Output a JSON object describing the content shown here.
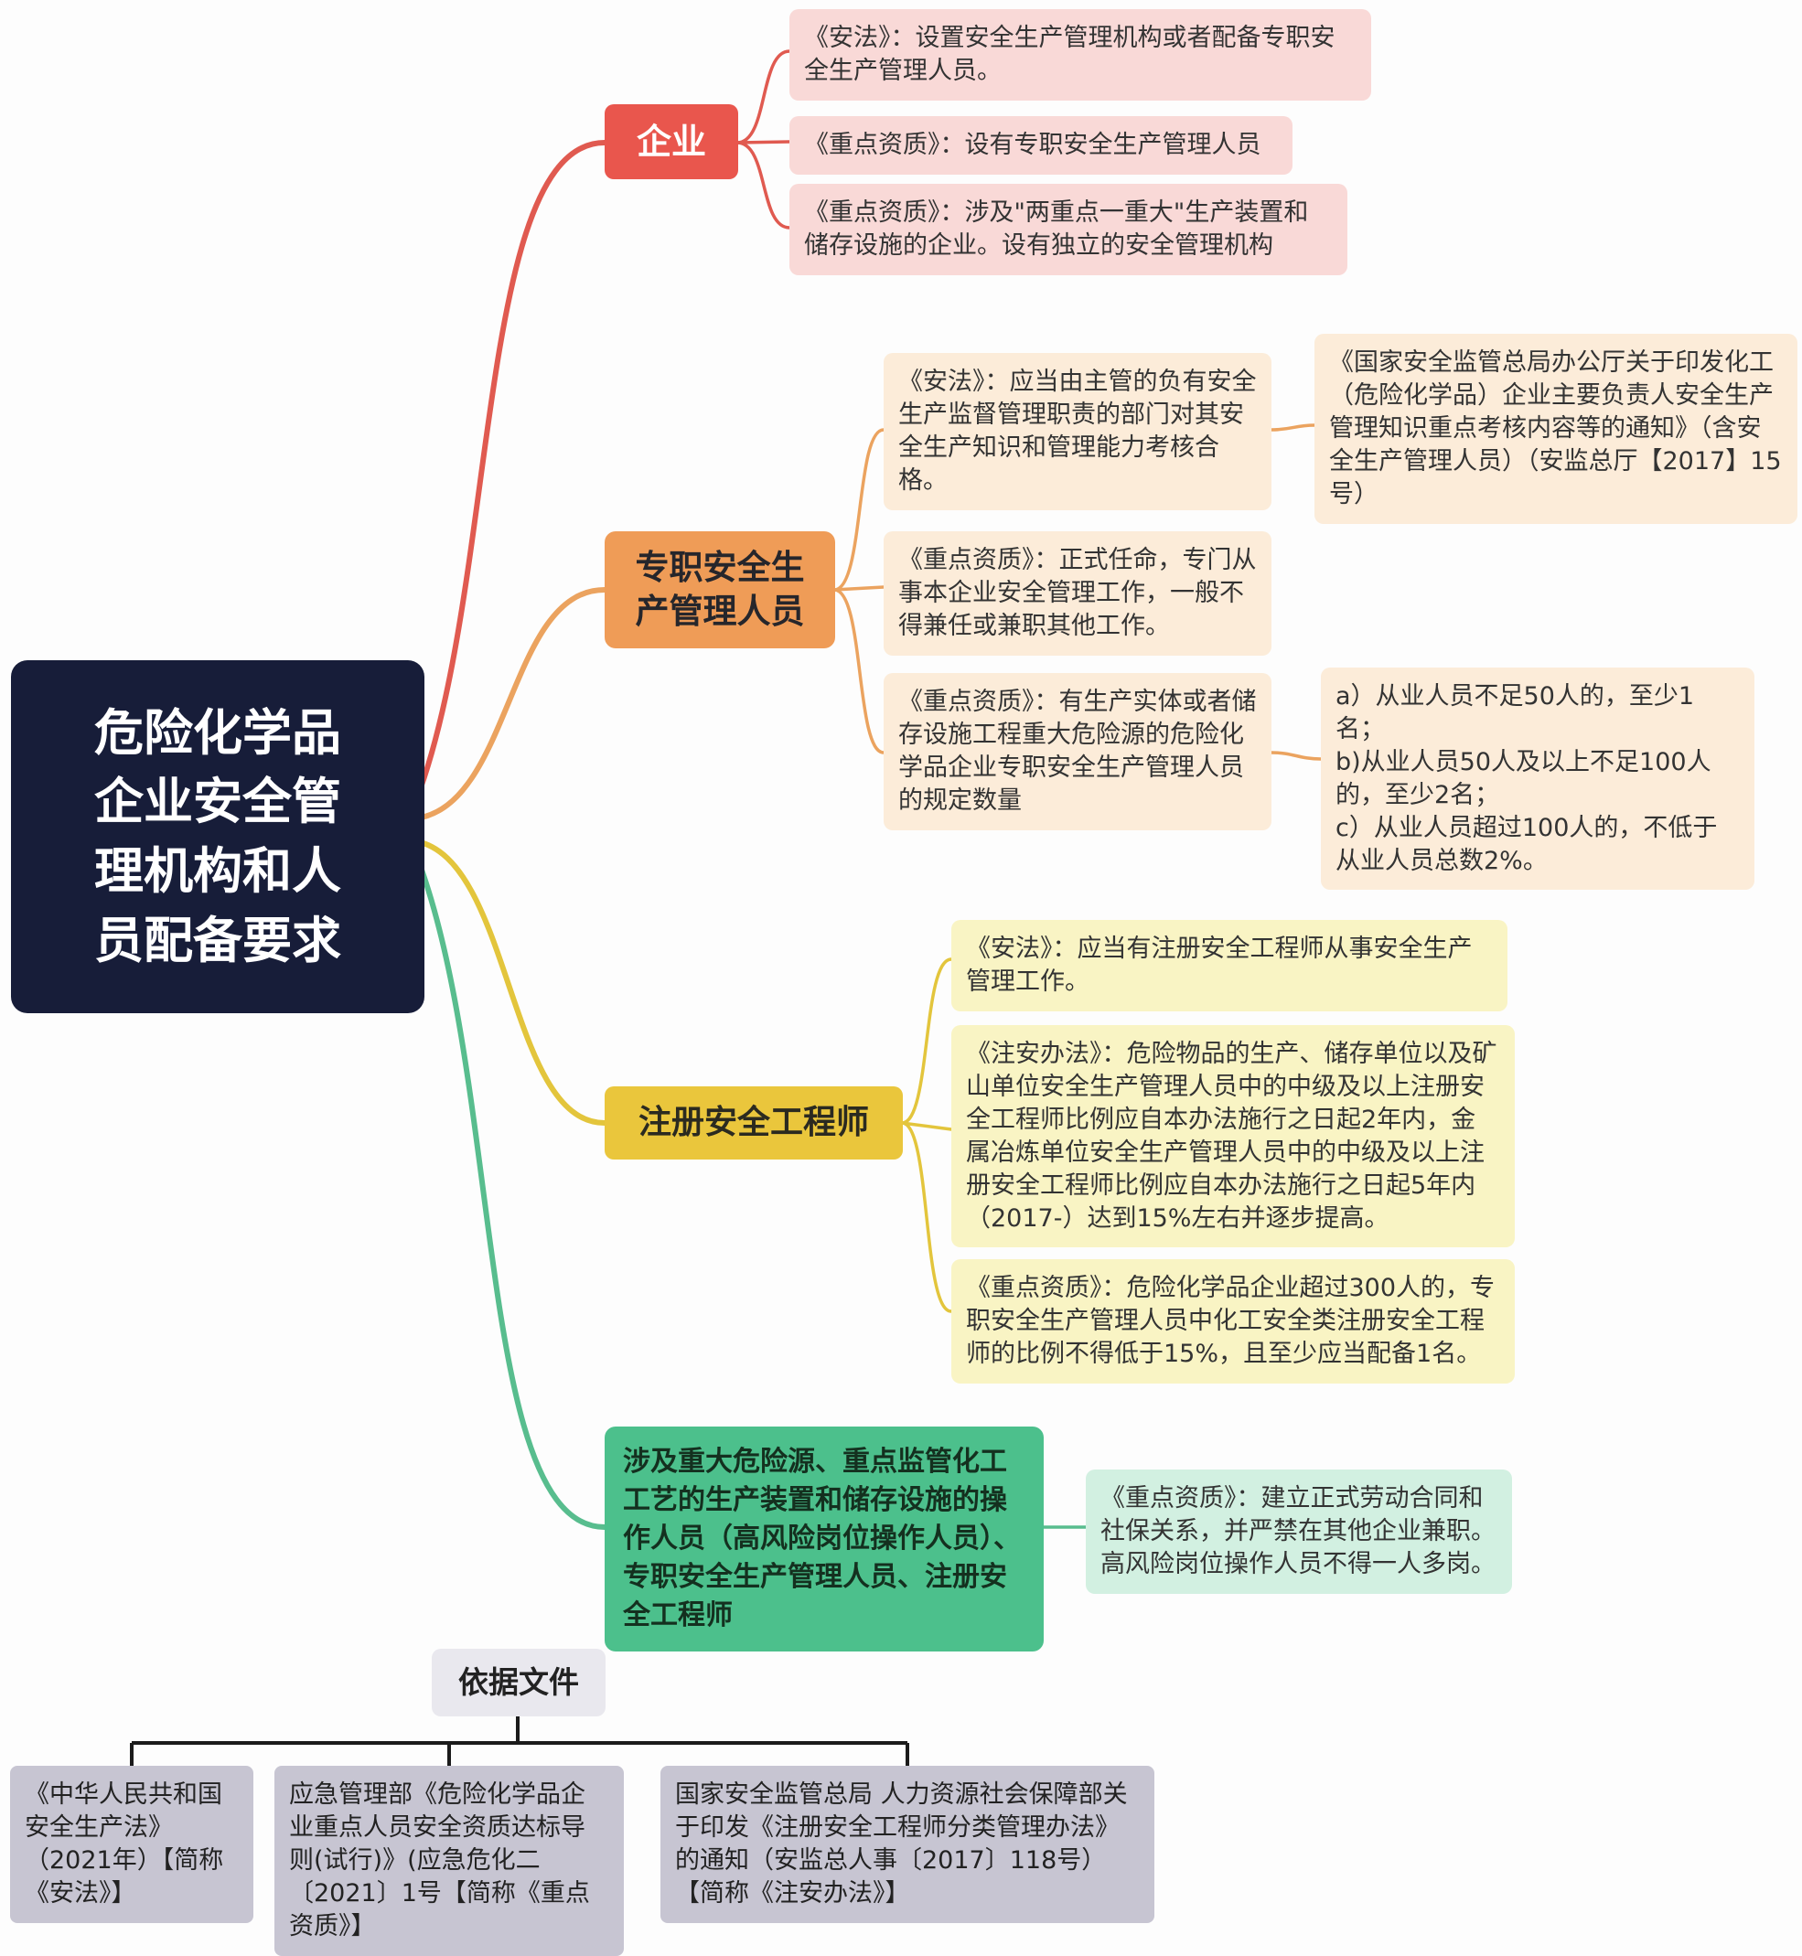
{
  "root": {
    "title": "危险化学品企业安全管理机构和人员配备要求"
  },
  "enterprise": {
    "label": "企业",
    "items": [
      {
        "text": "《安法》：设置安全生产管理机构或者配备专职安全生产管理人员。"
      },
      {
        "text": "《重点资质》：设有专职安全生产管理人员"
      },
      {
        "text": "《重点资质》：涉及\"两重点一重大\"生产装置和储存设施的企业。设有独立的安全管理机构"
      }
    ]
  },
  "fulltime": {
    "label": "专职安全生产管理人员",
    "items": [
      {
        "text": "《安法》：应当由主管的负有安全生产监督管理职责的部门对其安全生产知识和管理能力考核合格。"
      },
      {
        "text": "《重点资质》：正式任命，专门从事本企业安全管理工作，一般不得兼任或兼职其他工作。"
      },
      {
        "text": "《重点资质》：有生产实体或者储存设施工程重大危险源的危险化学品企业专职安全生产管理人员的规定数量"
      }
    ],
    "notes": [
      {
        "text": "《国家安全监管总局办公厅关于印发化工（危险化学品）企业主要负责人安全生产管理知识重点考核内容等的通知》（含安全生产管理人员）（安监总厅【2017】15号）"
      },
      {
        "text": "a）从业人员不足50人的，至少1名；\nb)从业人员50人及以上不足100人的，至少2名；\nc）从业人员超过100人的，不低于从业人员总数2%。"
      }
    ]
  },
  "engineer": {
    "label": "注册安全工程师",
    "items": [
      {
        "text": "《安法》：应当有注册安全工程师从事安全生产管理工作。"
      },
      {
        "text": "《注安办法》：危险物品的生产、储存单位以及矿山单位安全生产管理人员中的中级及以上注册安全工程师比例应自本办法施行之日起2年内，金属冶炼单位安全生产管理人员中的中级及以上注册安全工程师比例应自本办法施行之日起5年内（2017-）达到15%左右并逐步提高。"
      },
      {
        "text": "《重点资质》：危险化学品企业超过300人的，专职安全生产管理人员中化工安全类注册安全工程师的比例不得低于15%，且至少应当配备1名。"
      }
    ]
  },
  "highrisk": {
    "label": "涉及重大危险源、重点监管化工工艺的生产装置和储存设施的操作人员（高风险岗位操作人员）、专职安全生产管理人员、注册安全工程师",
    "items": [
      {
        "text": "《重点资质》：建立正式劳动合同和社保关系，并严禁在其他企业兼职。高风险岗位操作人员不得一人多岗。"
      }
    ]
  },
  "reference": {
    "label": "依据文件",
    "items": [
      {
        "text": "《中华人民共和国安全生产法》（2021年）【简称《安法》】"
      },
      {
        "text": "应急管理部《危险化学品企业重点人员安全资质达标导则(试行)》(应急危化二〔2021〕1号【简称《重点资质》】"
      },
      {
        "text": "国家安全监管总局 人力资源社会保障部关于印发《注册安全工程师分类管理办法》的通知（安监总人事〔2017〕118号）【简称《注安办法》】"
      }
    ]
  },
  "colors": {
    "root_bg": "#171d39",
    "enterprise_accent": "#e9564d",
    "enterprise_child_bg": "#f9d9d7",
    "fulltime_accent": "#ef9c57",
    "fulltime_child_bg": "#fcecd9",
    "engineer_accent": "#eac63c",
    "engineer_child_bg": "#f9f4c4",
    "highrisk_accent": "#4cc08c",
    "highrisk_child_bg": "#d2f0e1",
    "reference_bg": "#e9e8ee",
    "reference_child_bg": "#c7c5d2",
    "tree_line": "#1b1b1b"
  }
}
